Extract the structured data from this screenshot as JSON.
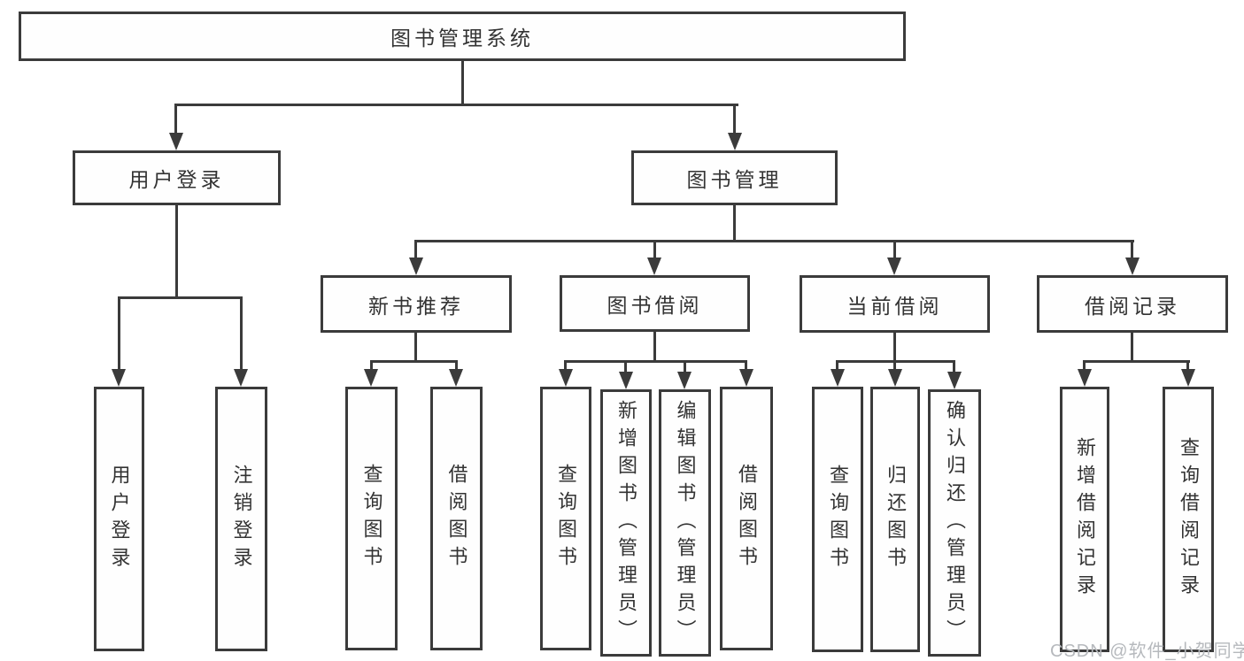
{
  "diagram_title": "图书管理系统",
  "tree": {
    "root": {
      "label": "图书管理系统",
      "children": [
        {
          "label": "用户登录",
          "children": [
            {
              "label": "用户登录"
            },
            {
              "label": "注销登录"
            }
          ]
        },
        {
          "label": "图书管理",
          "children": [
            {
              "label": "新书推荐",
              "children": [
                {
                  "label": "查询图书"
                },
                {
                  "label": "借阅图书"
                }
              ]
            },
            {
              "label": "图书借阅",
              "children": [
                {
                  "label": "查询图书"
                },
                {
                  "label": "新增图书（管理员）"
                },
                {
                  "label": "编辑图书（管理员）"
                },
                {
                  "label": "借阅图书"
                }
              ]
            },
            {
              "label": "当前借阅",
              "children": [
                {
                  "label": "查询图书"
                },
                {
                  "label": "归还图书"
                },
                {
                  "label": "确认归还（管理员）"
                }
              ]
            },
            {
              "label": "借阅记录",
              "children": [
                {
                  "label": "新增借阅记录"
                },
                {
                  "label": "查询借阅记录"
                }
              ]
            }
          ]
        }
      ]
    }
  },
  "watermark": {
    "text": "CSDN @软件_小贺同学"
  },
  "colors": {
    "line": "#3b3b3b",
    "text": "#333333",
    "watermark": "#b6b9bd",
    "background": "#ffffff"
  }
}
